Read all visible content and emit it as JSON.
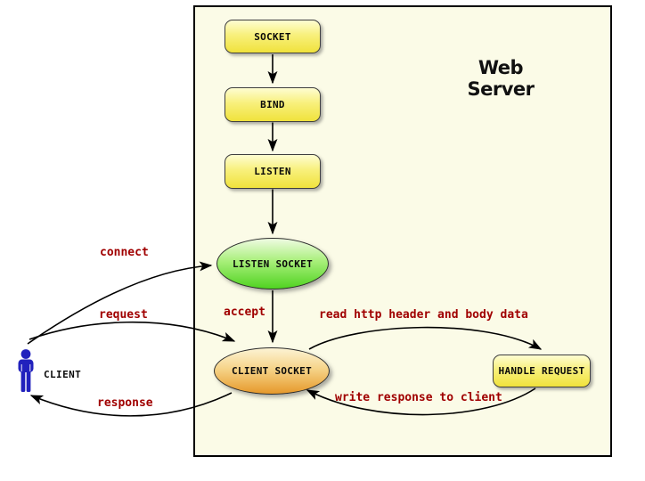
{
  "diagram": {
    "title": "Web Server",
    "nodes": {
      "socket": "SOCKET",
      "bind": "BIND",
      "listen": "LISTEN",
      "listen_socket": "LISTEN SOCKET",
      "client_socket": "CLIENT SOCKET",
      "handle_request": "HANDLE REQUEST"
    },
    "actor": {
      "label": "CLIENT"
    },
    "edge_labels": {
      "connect": "connect",
      "request": "request",
      "response": "response",
      "accept": "accept",
      "read": "read http header and body data",
      "write": "write response to client"
    },
    "colors": {
      "canvas_bg": "#ffffff",
      "server_bg": "#fbfbe7",
      "box_top": "#fefdd2",
      "box_bottom": "#f0e23c",
      "green_top": "#effbe2",
      "green_bottom": "#50d321",
      "orange_top": "#fcf3d4",
      "orange_bottom": "#e6992b",
      "edge_label": "#a00000",
      "actor_blue": "#2121bd",
      "node_border": "#3f3f3f",
      "arrow": "#000000"
    }
  }
}
